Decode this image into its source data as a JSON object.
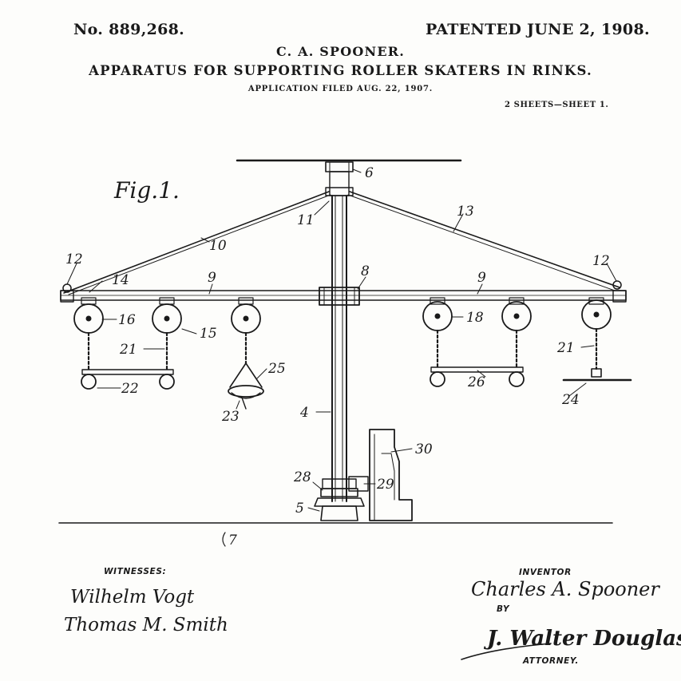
{
  "header": {
    "patent_number": "No. 889,268.",
    "patent_date": "PATENTED JUNE 2, 1908.",
    "inventor": "C. A. SPOONER.",
    "title": "APPARATUS FOR SUPPORTING ROLLER SKATERS IN RINKS.",
    "filed": "APPLICATION FILED AUG. 22, 1907.",
    "sheets": "2 SHEETS—SHEET 1."
  },
  "figure": {
    "label": "Fig.1.",
    "reference_numerals": [
      "6",
      "11",
      "13",
      "10",
      "12",
      "12",
      "14",
      "9",
      "8",
      "9",
      "16",
      "15",
      "18",
      "21",
      "21",
      "25",
      "22",
      "26",
      "23",
      "24",
      "4",
      "30",
      "28",
      "29",
      "5",
      "7"
    ]
  },
  "signatures": {
    "witnesses_label": "WITNESSES:",
    "witness_1": "Wilhelm Vogt",
    "witness_2": "Thomas M. Smith",
    "inventor_label": "INVENTOR",
    "inventor_signature": "Charles A. Spooner",
    "by_label": "BY",
    "attorney_signature": "J. Walter Douglas",
    "attorney_label": "ATTORNEY."
  }
}
